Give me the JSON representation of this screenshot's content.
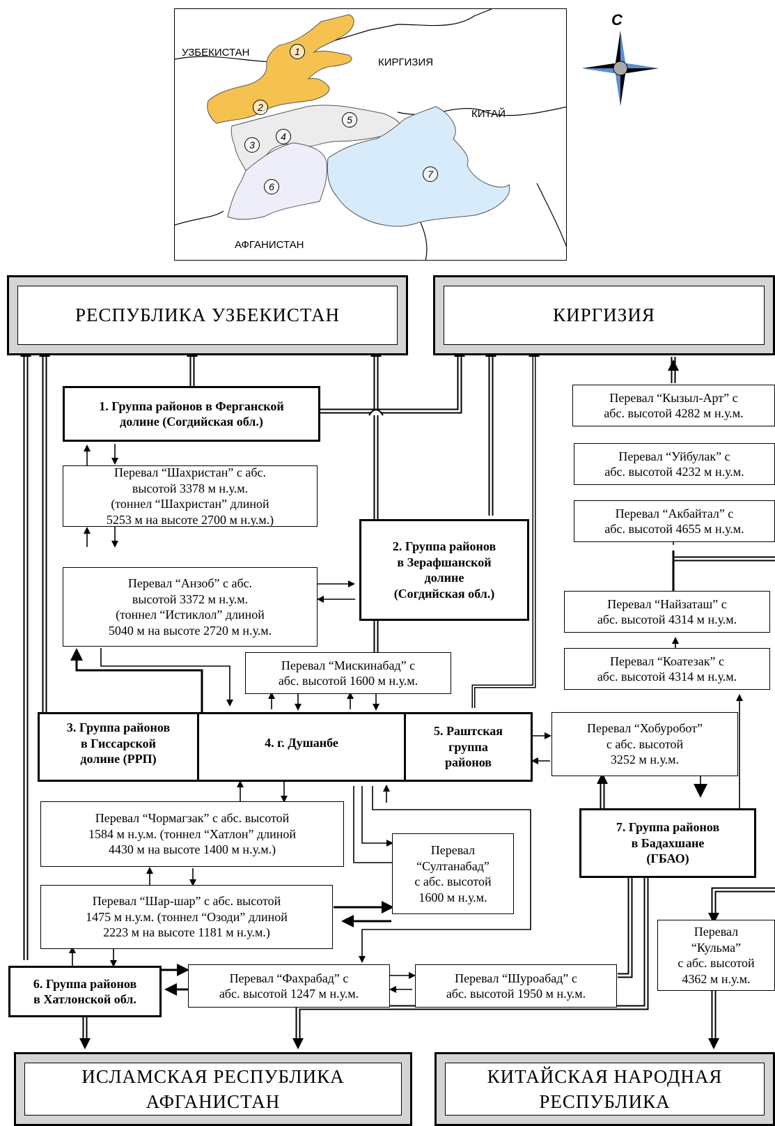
{
  "map": {
    "labels": {
      "uzbekistan": "УЗБЕКИСТАН",
      "kyrgyzstan": "КИРГИЗИЯ",
      "china": "КИТАЙ",
      "afghanistan": "АФГАНИСТАН"
    },
    "region_numbers": [
      "1",
      "2",
      "3",
      "4",
      "5",
      "6",
      "7"
    ],
    "region_colors": {
      "sughd": "#f5c250",
      "central": "#ececec",
      "khatlon": "#eeeefa",
      "gbao": "#d8ebfa"
    },
    "compass_north": "С"
  },
  "countries": {
    "uzbekistan": "РЕСПУБЛИКА УЗБЕКИСТАН",
    "kyrgyzstan": "КИРГИЗИЯ",
    "afghanistan": "ИСЛАМСКАЯ РЕСПУБЛИКА\nАФГАНИСТАН",
    "china": "КИТАЙСКАЯ НАРОДНАЯ\nРЕСПУБЛИКА"
  },
  "groups": {
    "g1": "1. Группа районов в Ферганской\nдолине (Согдийская обл.)",
    "g2": "2. Группа районов\nв Зерафшанской\nдолине\n(Согдийская обл.)",
    "g3": "3. Группа районов\nв Гиссарской\nдолине (РРП)",
    "g4": "4. г. Душанбе",
    "g5": "5. Раштская\nгруппа\nрайонов",
    "g6": "6. Группа районов\nв Хатлонской обл.",
    "g7": "7. Группа районов\nв Бадахшане\n(ГБАО)"
  },
  "passes": {
    "shahristan": "Перевал “Шахристан” с абс.\nвысотой 3378 м н.у.м.\n(тоннел “Шахристан” длиной\n5253 м на высоте 2700 м н.у.м.)",
    "anzob": "Перевал “Анзоб” с абс.\nвысотой 3372 м н.у.м.\n(тоннел “Истиклол” длиной\n5040 м на высоте 2720 м н.у.м.",
    "miskinabad": "Перевал “Мискинабад” с\nабс. высотой 1600 м н.у.м.",
    "chormagzak": "Перевал “Чормагзак” с абс. высотой\n1584 м н.у.м. (тоннел “Хатлон” длиной\n4430 м на высоте 1400 м н.у.м.)",
    "sharshar": "Перевал “Шар-шар” с абс. высотой\n1475 м н.у.м. (тоннел “Озоди” длиной\n2223 м на высоте 1181 м н.у.м.)",
    "sultanabad": "Перевал\n“Султанабад”\nс абс. высотой\n1600 м н.у.м.",
    "fakhrabad": "Перевал “Фахрабад” с\nабс. высотой 1247 м н.у.м.",
    "shuroabad": "Перевал “Шуроабад” с\nабс. высотой 1950 м н.у.м.",
    "khoburobot": "Перевал “Хобуробот”\nс абс. высотой\n3252 м н.у.м.",
    "kyzylart": "Перевал “Кызыл-Арт” с\nабс. высотой 4282 м н.у.м.",
    "uybulak": "Перевал “Уйбулак” с\nабс. высотой 4232 м н.у.м.",
    "akbaytal": "Перевал “Акбайтал” с\nабс. высотой 4655 м н.у.м.",
    "nayzatash": "Перевал “Найзаташ” с\nабс. высотой 4314 м н.у.м.",
    "koatezak": "Перевал “Коатезак” с\nабс. высотой 4314 м н.у.м.",
    "kulma": "Перевал\n“Кульма”\nс абс. высотой\n4362 м н.у.м."
  }
}
